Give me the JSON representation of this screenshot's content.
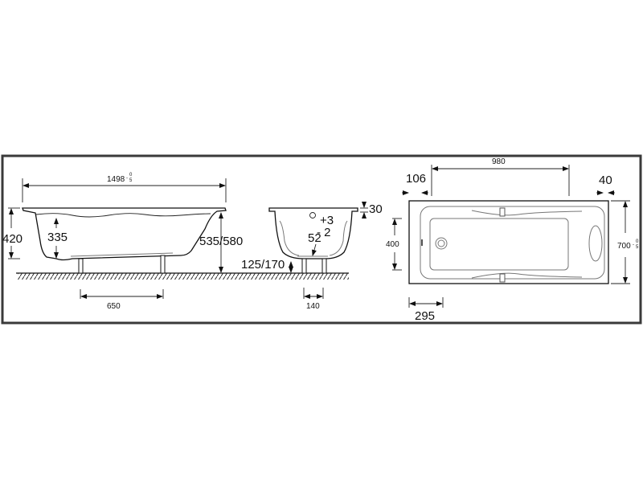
{
  "title": "Bathtub dimension drawing",
  "side_view": {
    "length": "1498",
    "length_tol_upper": "0",
    "length_tol_lower": "5",
    "height_outer": "420",
    "depth": "335",
    "total_height": "535/580",
    "leg_spacing": "650"
  },
  "end_view": {
    "rim_thickness": "30",
    "tol_plus": "+3",
    "tol_minus": "- 2",
    "drain_dim": "52",
    "leg_height": "125/170",
    "leg_spacing": "140"
  },
  "top_view": {
    "inner_length": "980",
    "left_offset": "106",
    "right_offset": "40",
    "inner_width": "400",
    "width": "700",
    "width_tol_upper": "0",
    "width_tol_lower": "5",
    "drain_offset": "295"
  },
  "colors": {
    "frame": "#3a3a3a",
    "line": "#111111"
  }
}
